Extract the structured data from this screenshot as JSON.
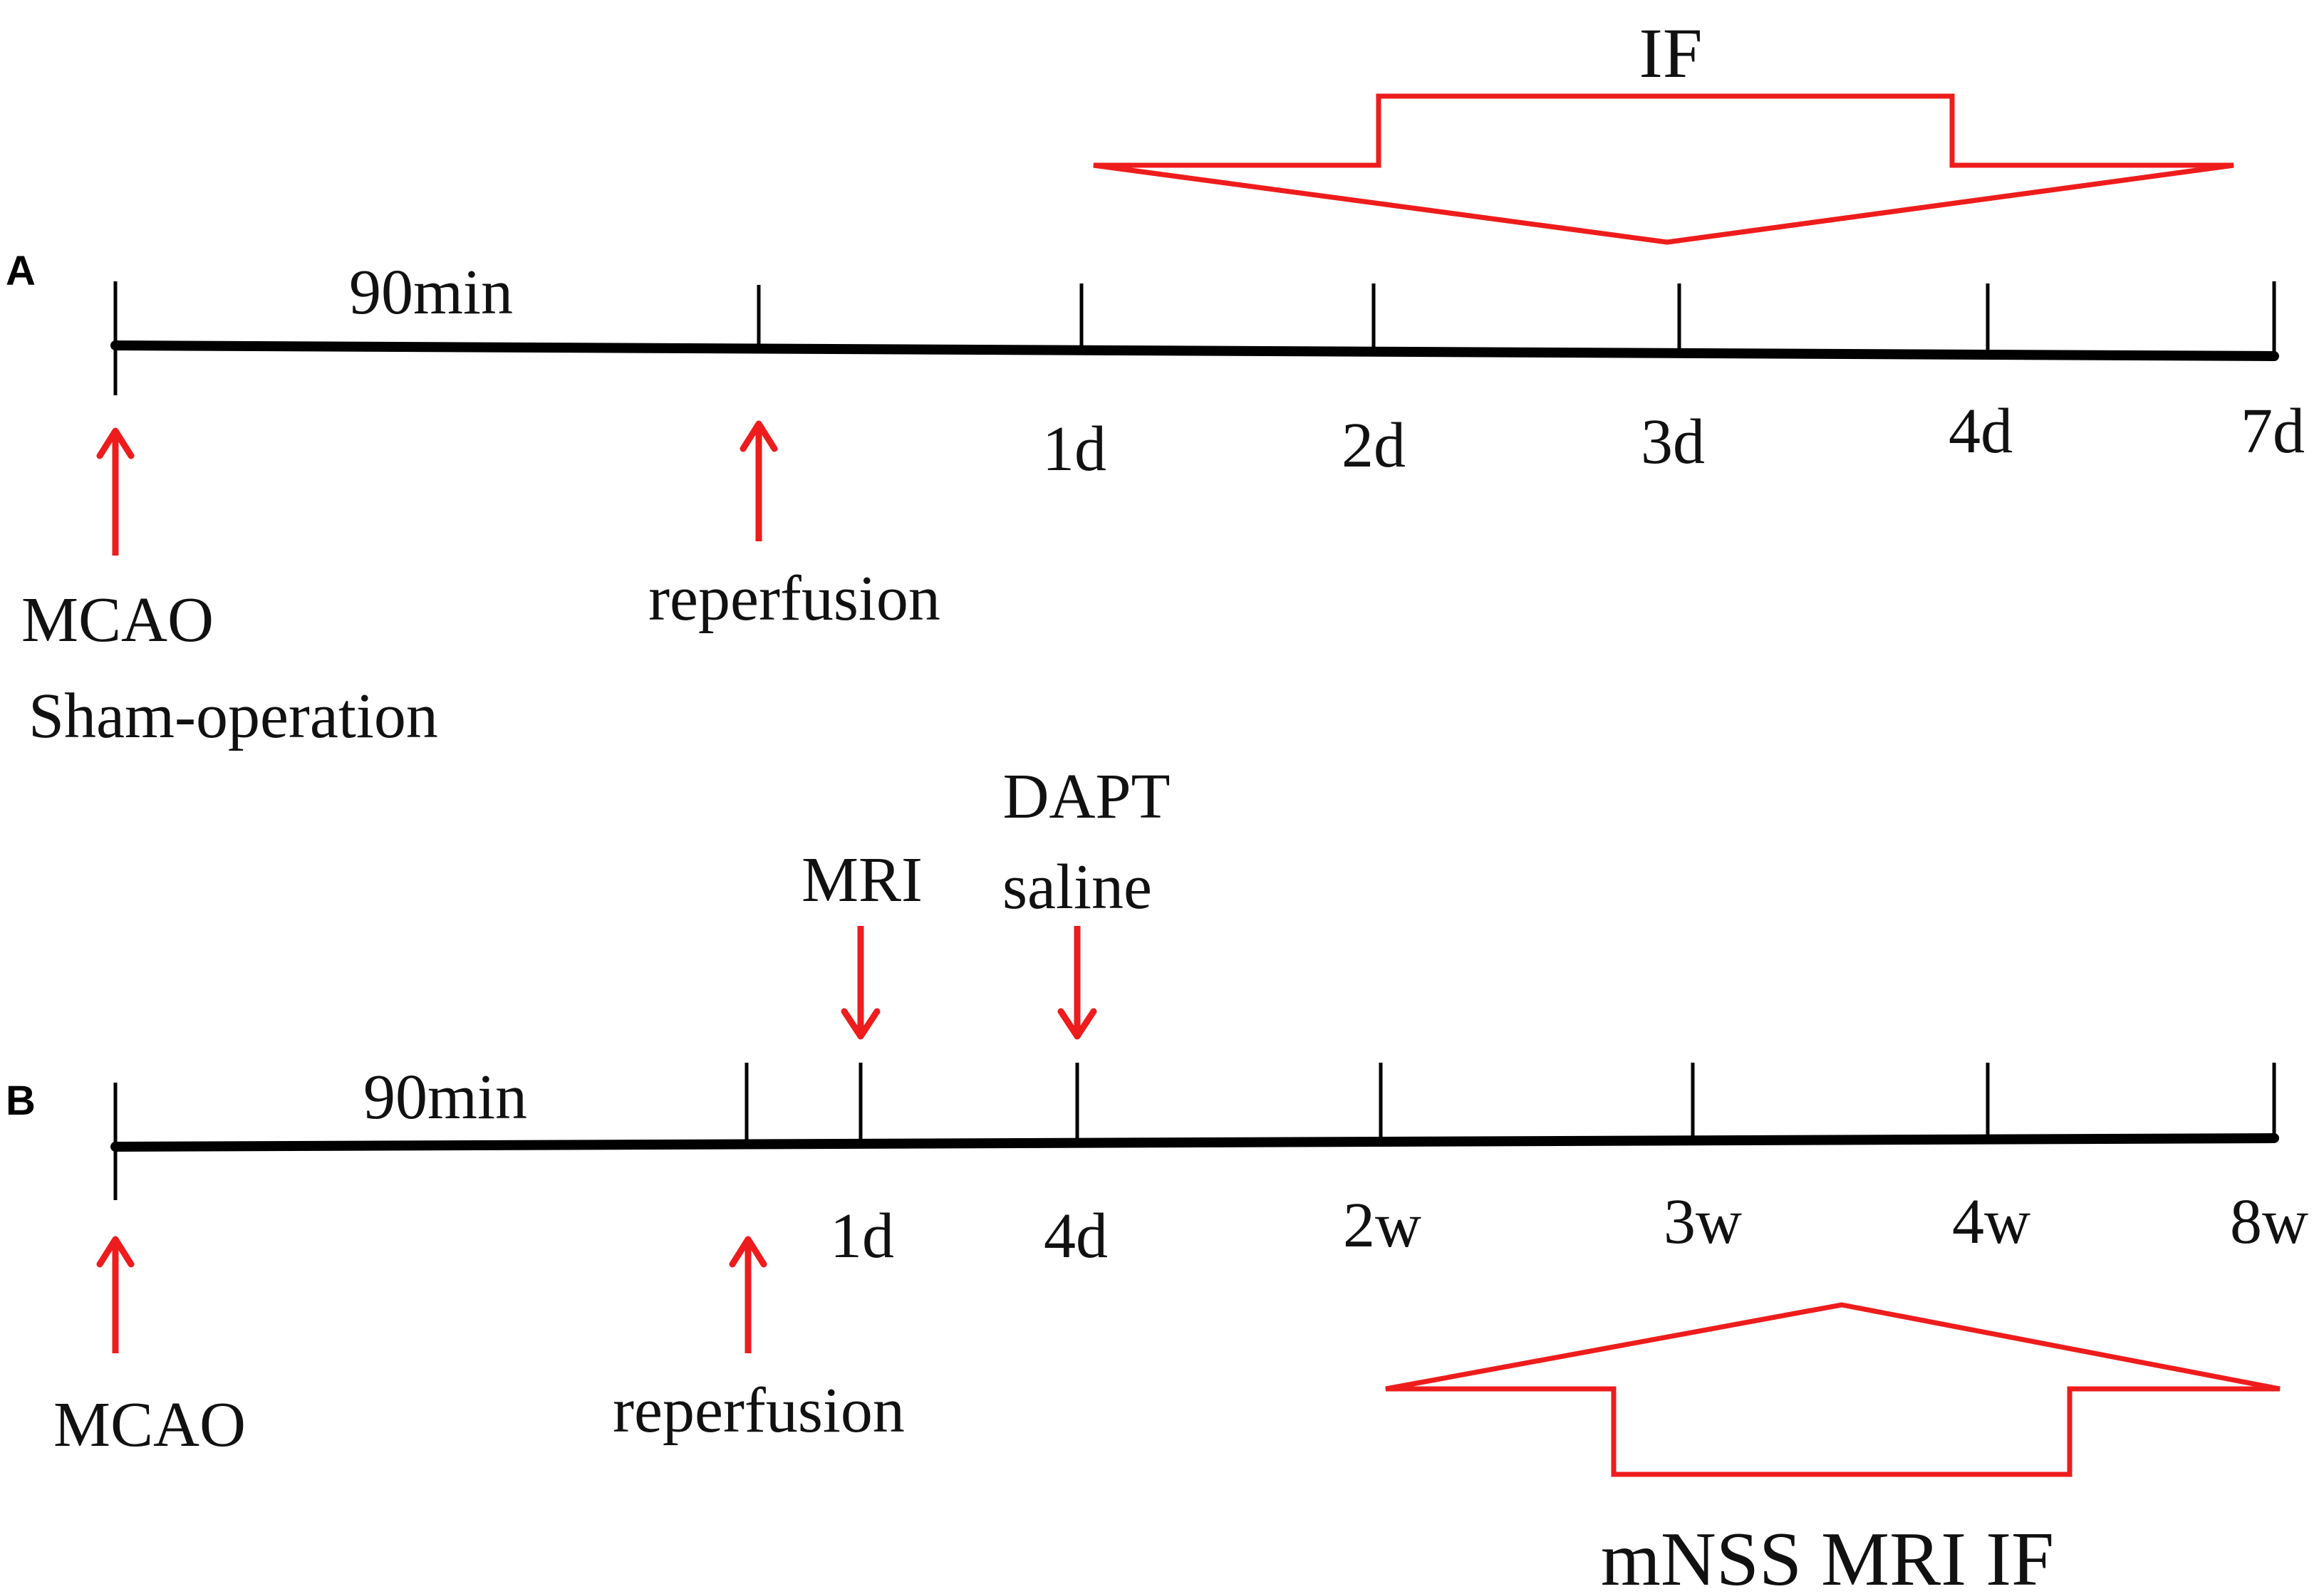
{
  "panel_a": {
    "label": "A",
    "duration": "90min",
    "top_arrow_label": "IF",
    "ticks": [
      "1d",
      "2d",
      "3d",
      "4d",
      "7d"
    ],
    "events": {
      "start_line1": "MCAO",
      "start_line2": "Sham-operation",
      "reperfusion": "reperfusion"
    }
  },
  "panel_b": {
    "label": "B",
    "duration": "90min",
    "ticks": [
      "1d",
      "4d",
      "2w",
      "3w",
      "4w",
      "8w"
    ],
    "events": {
      "start": "MCAO",
      "reperfusion": "reperfusion",
      "mri": "MRI",
      "dapt_line1": "DAPT",
      "dapt_line2": "saline"
    },
    "bottom_arrow_label": "mNSS MRI IF"
  },
  "colors": {
    "arrow": "#ee1c1c",
    "axis": "#000000"
  }
}
